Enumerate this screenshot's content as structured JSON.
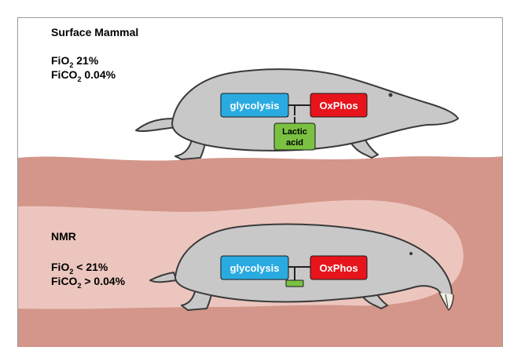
{
  "surface": {
    "title": "Surface Mammal",
    "fio2_prefix": "FiO",
    "fio2_sub": "2",
    "fio2_value": " 21%",
    "fico2_prefix": "FiCO",
    "fico2_sub": "2",
    "fico2_value": " 0.04%",
    "glycolysis": "glycolysis",
    "oxphos": "OxPhos",
    "lactic_line1": "Lactic",
    "lactic_line2": "acid"
  },
  "nmr": {
    "title": "NMR",
    "fio2_prefix": "FiO",
    "fio2_sub": "2",
    "fio2_value": " < 21%",
    "fico2_prefix": "FiCO",
    "fico2_sub": "2",
    "fico2_value": " > 0.04%",
    "glycolysis": "glycolysis",
    "oxphos": "OxPhos"
  },
  "colors": {
    "soil": "#d4968a",
    "burrow": "#ecc6be",
    "animal_body": "#c8c8c8",
    "outline": "#3a3a3a",
    "glycolysis_box": "#29abe2",
    "oxphos_box": "#e8141b",
    "lactic_box": "#7ac142"
  }
}
